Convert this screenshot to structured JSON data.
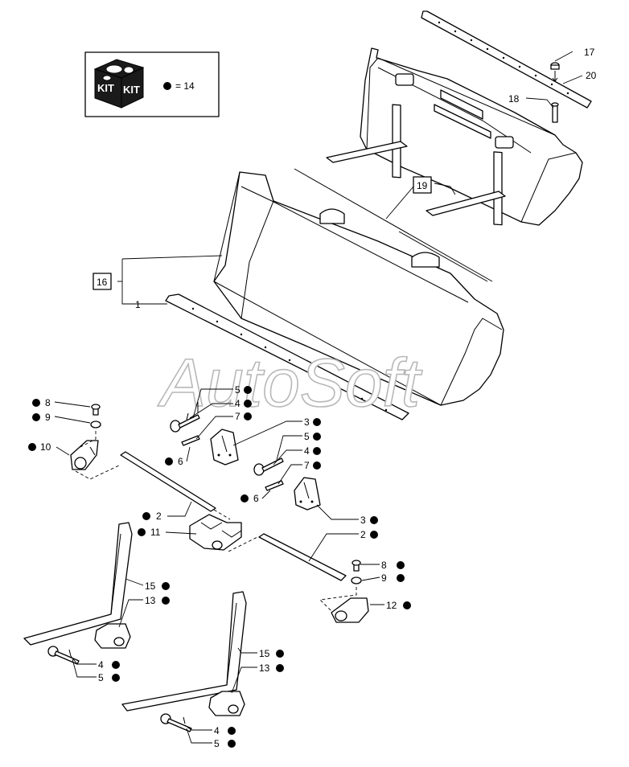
{
  "legend": {
    "kit_text_left": "KIT",
    "kit_text_right": "KIT",
    "text": "= 14"
  },
  "watermark": "AutoSoft",
  "callouts": {
    "c1": "1",
    "c2a": "2",
    "c2b": "2",
    "c3a": "3",
    "c3b": "3",
    "c4a": "4",
    "c4b": "4",
    "c4c": "4",
    "c4d": "4",
    "c5a": "5",
    "c5b": "5",
    "c5c": "5",
    "c5d": "5",
    "c6a": "6",
    "c6b": "6",
    "c7a": "7",
    "c7b": "7",
    "c8a": "8",
    "c8b": "8",
    "c9a": "9",
    "c9b": "9",
    "c10": "10",
    "c11": "11",
    "c12": "12",
    "c13a": "13",
    "c13b": "13",
    "c15a": "15",
    "c15b": "15",
    "c16": "16",
    "c17": "17",
    "c18": "18",
    "c19": "19",
    "c20": "20"
  }
}
